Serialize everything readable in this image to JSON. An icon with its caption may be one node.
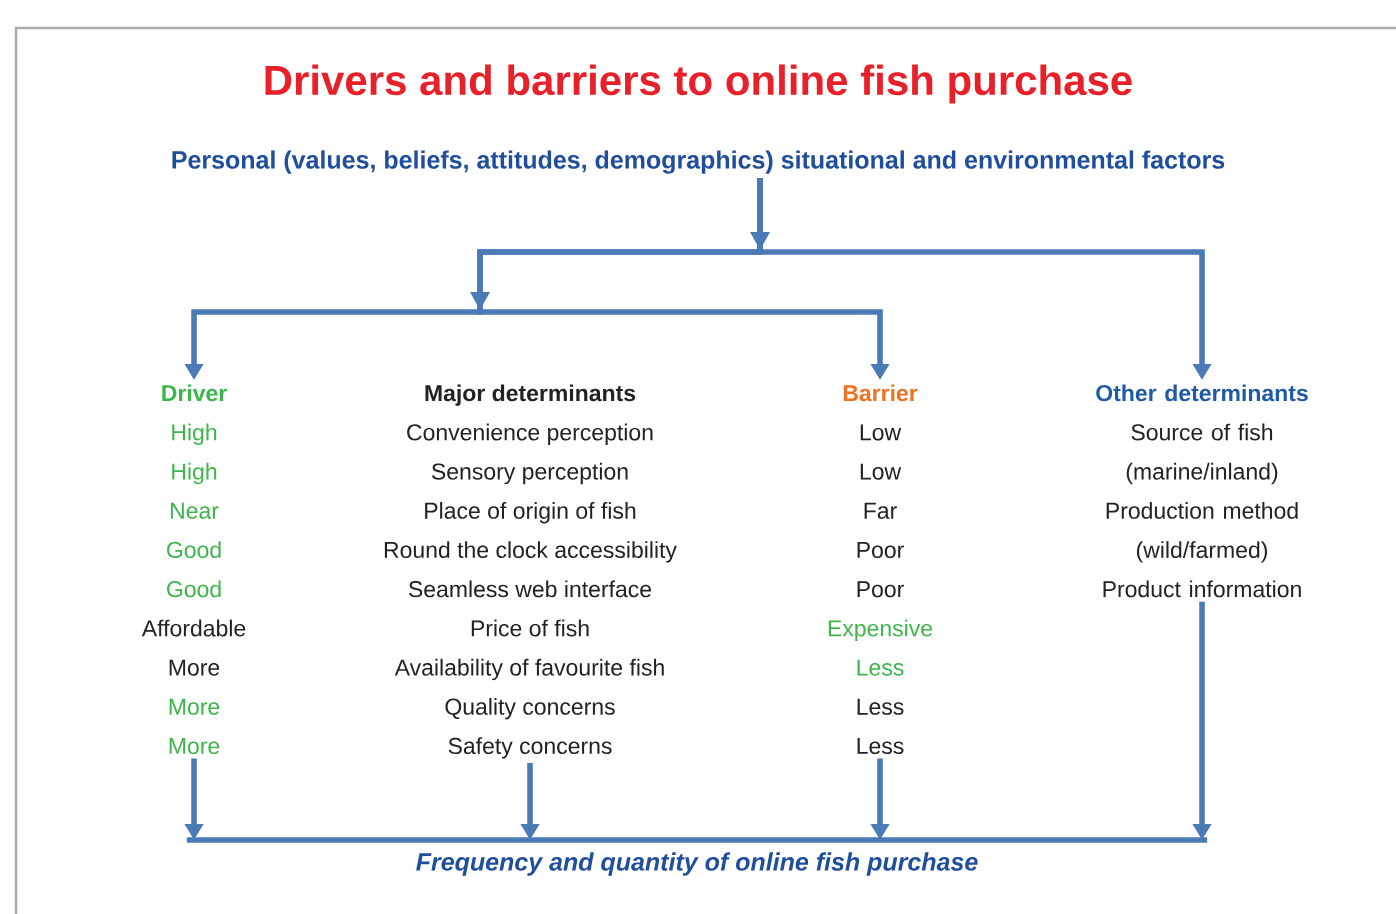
{
  "diagram": {
    "title": "Drivers and barriers to online fish purchase",
    "nodes": [
      {
        "text": [
          "Personal (values, beliefs, attitudes, demographics) situational and environmental factors"
        ]
      },
      {
        "text": [
          "Driver",
          "High",
          "High",
          "Near",
          "Good",
          "Good",
          "Affordable",
          "More",
          "More",
          "More"
        ]
      },
      {
        "text": [
          "Major determinants",
          "Convenience perception",
          "Sensory perception",
          "Place of origin of fish",
          "Round the clock accessibility",
          "Seamless web interface",
          "Price of fish",
          "Availability of favourite fish",
          "Quality concerns",
          "Safety concerns"
        ]
      },
      {
        "text": [
          "Barrier",
          "Low",
          "Low",
          "Far",
          "Poor",
          "Poor",
          "Expensive",
          "Less",
          "Less",
          "Less"
        ]
      },
      {
        "text": [
          "Other determinants",
          "Source of fish (marine/inland)",
          "Production method (wild/farmed)",
          "Product information"
        ]
      },
      {
        "text": [
          "Frequency and quantity of online fish purchase"
        ]
      }
    ],
    "edges": [
      {
        "from": 0,
        "to": 1,
        "arrow": "to"
      },
      {
        "from": 0,
        "to": 3,
        "arrow": "to"
      },
      {
        "from": 0,
        "to": 4,
        "arrow": "to"
      },
      {
        "from": 1,
        "to": 5,
        "arrow": "to"
      },
      {
        "from": 2,
        "to": 5,
        "arrow": "to"
      },
      {
        "from": 3,
        "to": 5,
        "arrow": "to"
      },
      {
        "from": 4,
        "to": 5,
        "arrow": "to"
      }
    ]
  }
}
